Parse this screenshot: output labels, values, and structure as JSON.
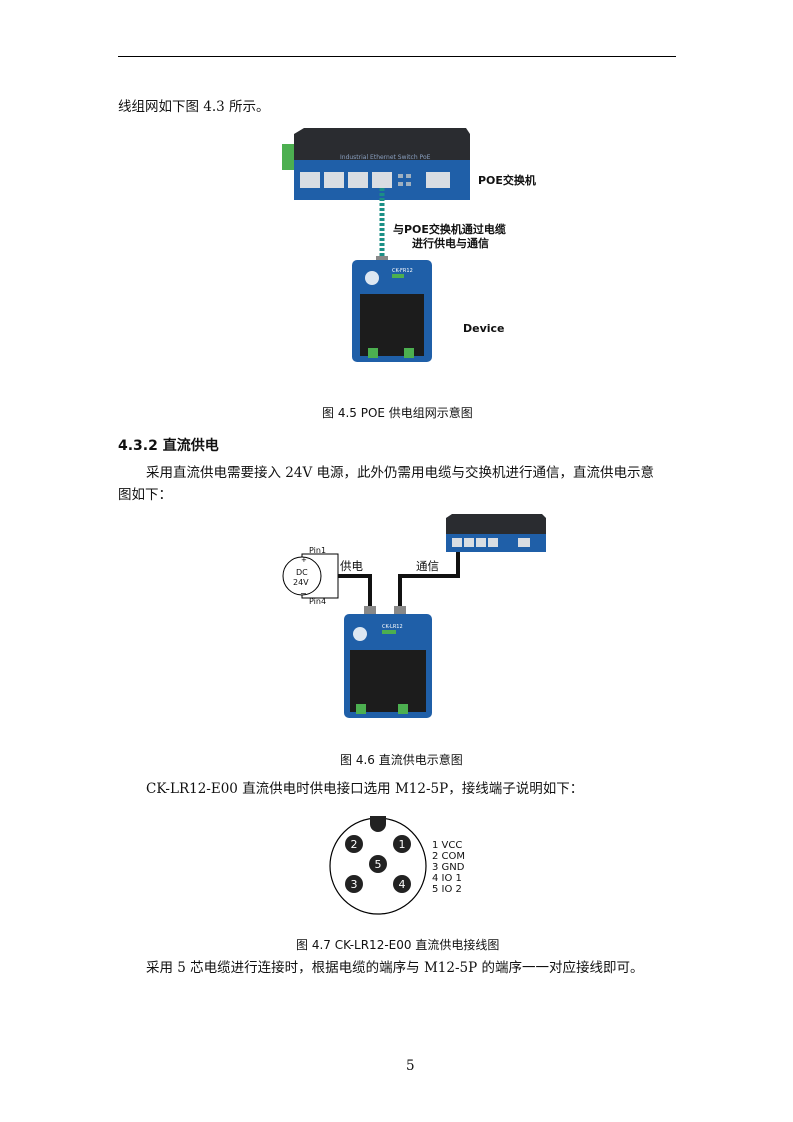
{
  "intro_line": "线组网如下图 4.3 所示。",
  "fig45": {
    "switch_label": "POE交换机",
    "switch_panel_text": "Industrial Ethernet Switch PoE",
    "cable_label_line1": "与POE交换机通过电缆",
    "cable_label_line2": "进行供电与通信",
    "device_label": "Device",
    "device_model": "CK-FR12",
    "caption": "图  4.5 POE 供电组网示意图"
  },
  "section": {
    "heading": "4.3.2  直流供电",
    "para_line1": "采用直流供电需要接入 24V 电源，此外仍需用电缆与交换机进行通信，直流供电示意",
    "para_line2": "图如下："
  },
  "fig46": {
    "pin_top": "Pin1",
    "pin_bottom": "Pin4",
    "dc_line1": "DC",
    "dc_line2": "24V",
    "power_label": "供电",
    "comm_label": "通信",
    "device_model": "CK-LR12",
    "caption": "图  4.6 直流供电示意图"
  },
  "wiring_intro": "CK-LR12-E00  直流供电时供电接口选用 M12-5P，接线端子说明如下：",
  "fig47": {
    "pin_numbers": [
      "1",
      "2",
      "3",
      "4",
      "5"
    ],
    "legend": [
      "1  VCC",
      "2  COM",
      "3  GND",
      "4  IO 1",
      "5  IO 2"
    ],
    "caption": "图  4.7 CK-LR12-E00  直流供电接线图"
  },
  "closing": "采用 5 芯电缆进行连接时，根据电缆的端序与 M12-5P 的端序一一对应接线即可。",
  "page_number": "5"
}
